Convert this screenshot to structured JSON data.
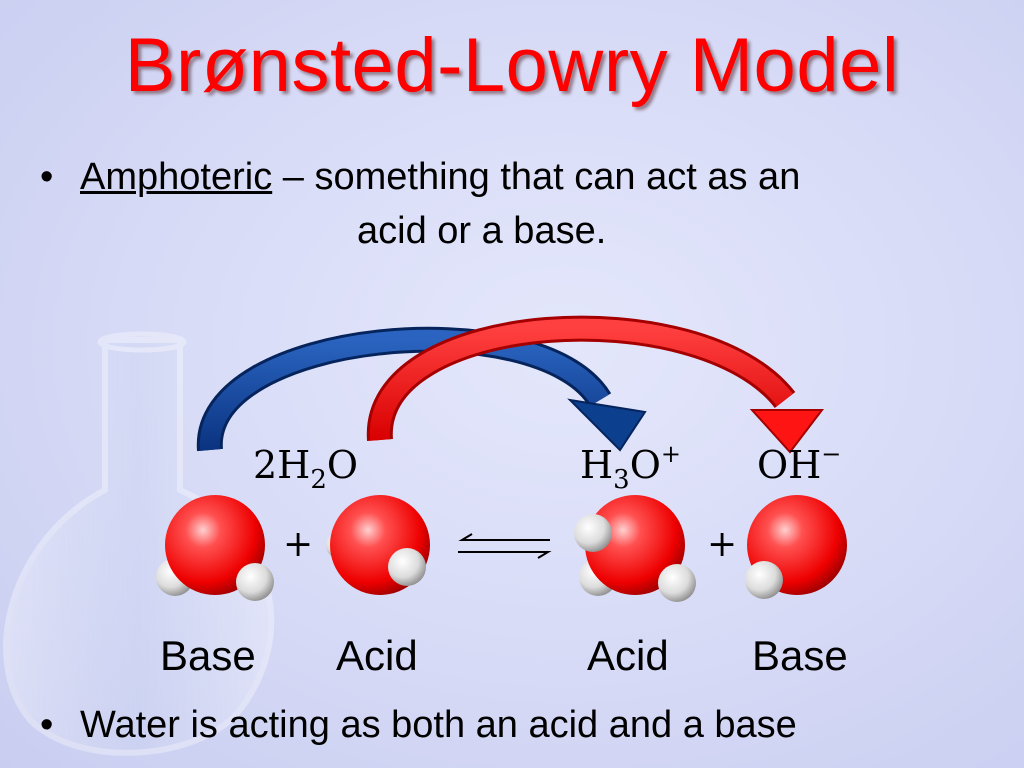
{
  "slide": {
    "title": "Brønsted-Lowry Model",
    "bullet_symbol": "•",
    "definition": {
      "term": "Amphoteric",
      "dash": "–",
      "text_line1": "something that can act as an",
      "text_line2": "acid or a base."
    },
    "equation": {
      "reactant_coef": "2H",
      "reactant_sub": "2",
      "reactant_tail": "O",
      "product1_main": "H",
      "product1_sub": "3",
      "product1_tail": "O",
      "product1_charge": "+",
      "product2_main": "OH",
      "product2_charge": "−",
      "plus": "+"
    },
    "roles": [
      "Base",
      "Acid",
      "Acid",
      "Base"
    ],
    "conclusion": "Water is acting as both an acid and a base"
  },
  "colors": {
    "title": "#ff0000",
    "oxygen": "#ff1a1a",
    "hydrogen": "#e6e6e6",
    "arrow_blue": "#0d3f8f",
    "arrow_red": "#ff1414"
  }
}
